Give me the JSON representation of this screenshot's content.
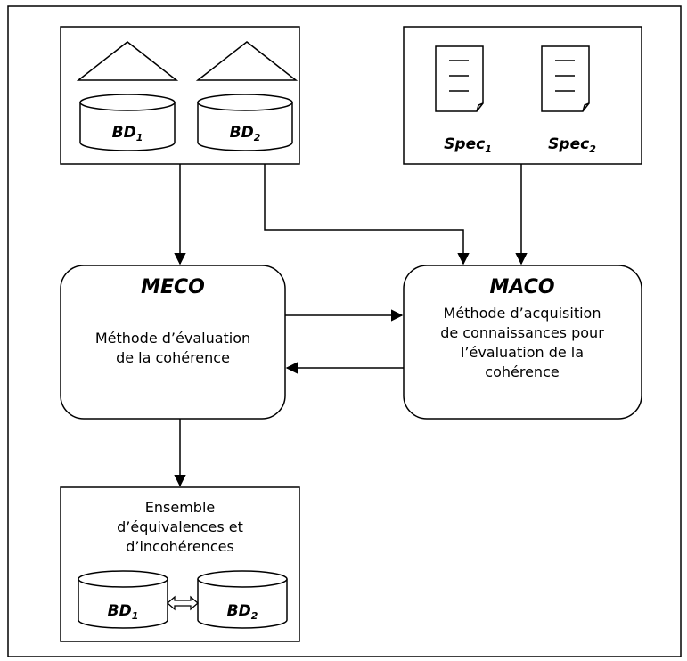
{
  "sources": {
    "db1": {
      "label": "BD",
      "sub": "1"
    },
    "db2": {
      "label": "BD",
      "sub": "2"
    },
    "spec1": {
      "label": "Spec",
      "sub": "1"
    },
    "spec2": {
      "label": "Spec",
      "sub": "2"
    }
  },
  "meco": {
    "title": "MECO",
    "description": [
      "Méthode d’évaluation",
      "de la cohérence"
    ]
  },
  "maco": {
    "title": "MACO",
    "description": [
      "Méthode d’acquisition",
      "de connaissances pour",
      "l’évaluation de la",
      "cohérence"
    ]
  },
  "result": {
    "description": [
      "Ensemble",
      "d’équivalences et",
      "d’incohérences"
    ],
    "db1": {
      "label": "BD",
      "sub": "1"
    },
    "db2": {
      "label": "BD",
      "sub": "2"
    }
  }
}
